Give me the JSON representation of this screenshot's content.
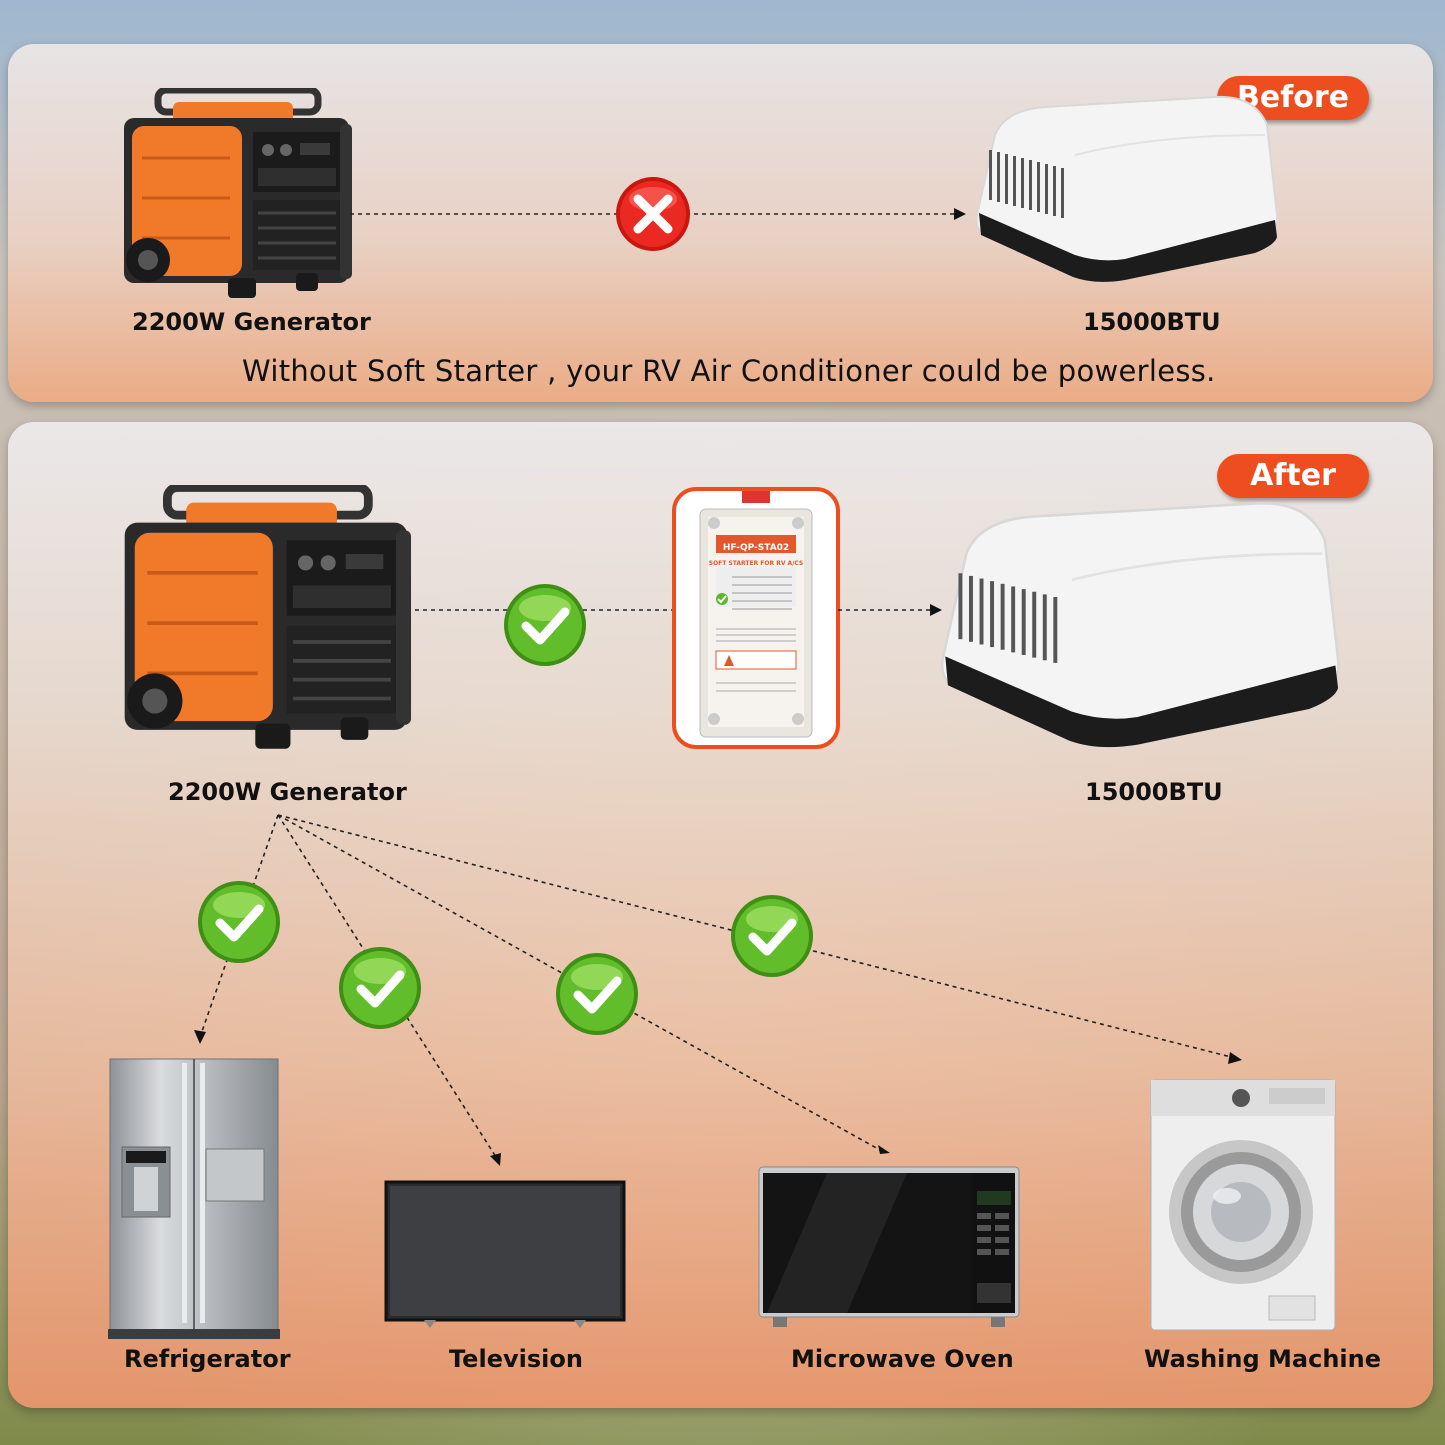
{
  "before": {
    "badge": "Before",
    "generator_label": "2200W Generator",
    "ac_label": "15000BTU",
    "status_icon": "x-mark-icon",
    "caption": "Without Soft Starter , your RV Air Conditioner could be powerless."
  },
  "after": {
    "badge": "After",
    "generator_label": "2200W Generator",
    "ac_label": "15000BTU",
    "status_icon": "checkmark-icon",
    "soft_starter": {
      "model": "HF-QP-STA02",
      "subtitle": "SOFT STARTER FOR RV A/CS"
    },
    "appliances": [
      {
        "label": "Refrigerator"
      },
      {
        "label": "Television"
      },
      {
        "label": "Microwave Oven"
      },
      {
        "label": "Washing Machine"
      }
    ]
  },
  "colors": {
    "badge": "#ee4d1f",
    "generator_orange": "#f07a2a",
    "check_green": "#5cb82a",
    "cross_red": "#e0201c"
  }
}
